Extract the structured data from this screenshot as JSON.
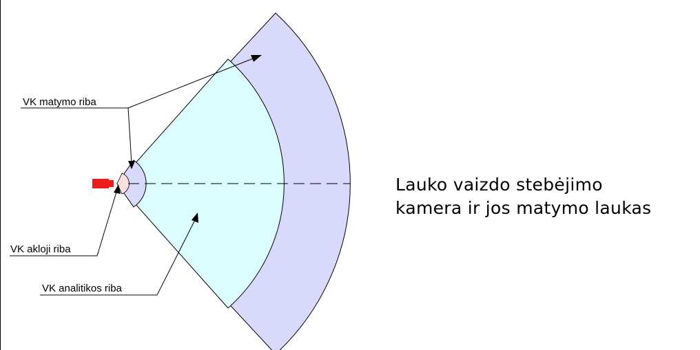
{
  "labels": {
    "vision_limit": "VK matymo riba",
    "blind_limit": "VK akloji riba",
    "analytics_limit": "VK analitikos riba"
  },
  "caption": {
    "line1": "Lauko vaizdo stebėjimo",
    "line2": "kamera ir jos matymo laukas"
  },
  "colors": {
    "vision_zone": "#d9d9fb",
    "analytics_zone": "#dcfdfd",
    "blind_zone": "#fde0de",
    "camera": "#ee1c1c",
    "lines": "#000000"
  }
}
